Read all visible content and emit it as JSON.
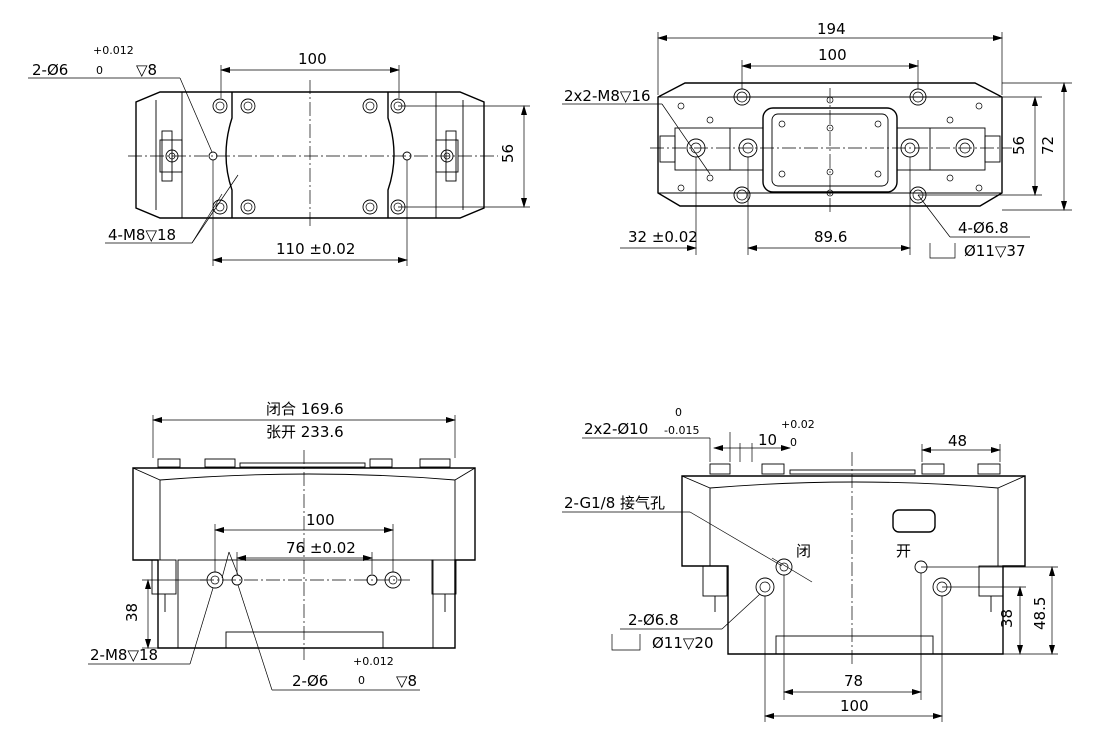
{
  "views": {
    "top_left": {
      "dim_100": "100",
      "dim_56": "56",
      "dim_110": "110 ±0.02",
      "callout_pin": "2-Ø6",
      "tol_plus": "+0.012",
      "tol_zero": "0",
      "depth_8": "▽8",
      "callout_m8": "4-M8▽18"
    },
    "top_right": {
      "dim_194": "194",
      "dim_100": "100",
      "dim_56": "56",
      "dim_72": "72",
      "dim_32": "32 ±0.02",
      "dim_89": "89.6",
      "callout_m8": "2x2-M8▽16",
      "callout_hole": "4-Ø6.8",
      "callout_cbore": "Ø11▽37"
    },
    "bottom_left": {
      "dim_closed": "闭合 169.6",
      "dim_open": "张开 233.6",
      "dim_100": "100",
      "dim_76": "76 ±0.02",
      "dim_38": "38",
      "callout_m8": "2-M8▽18",
      "callout_pin": "2-Ø6",
      "tol_plus": "+0.012",
      "tol_zero": "0",
      "depth_8": "▽8"
    },
    "bottom_right": {
      "callout_pins": "2x2-Ø10",
      "tol_zero": "0",
      "tol_minus": "-0.015",
      "dim_10": "10",
      "tol10_plus": "+0.02",
      "tol10_zero": "0",
      "dim_48": "48",
      "callout_air": "2-G1/8 接气孔",
      "label_close": "闭",
      "label_open": "开",
      "callout_hole": "2-Ø6.8",
      "callout_cbore": "Ø11▽20",
      "dim_38": "38",
      "dim_48_5": "48.5",
      "dim_78": "78",
      "dim_100": "100"
    }
  }
}
